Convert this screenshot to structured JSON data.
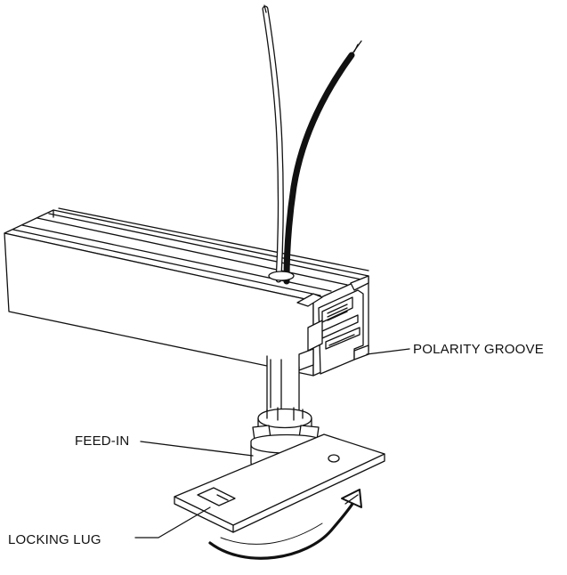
{
  "labels": {
    "polarity_groove": "POLARITY GROOVE",
    "feed_in": "FEED-IN",
    "locking_lug": "LOCKING LUG"
  },
  "colors": {
    "line": "#111111",
    "fill": "#ffffff",
    "wire_dark": "#111111"
  },
  "icons": {
    "rotation": "curved-arrow-icon"
  }
}
